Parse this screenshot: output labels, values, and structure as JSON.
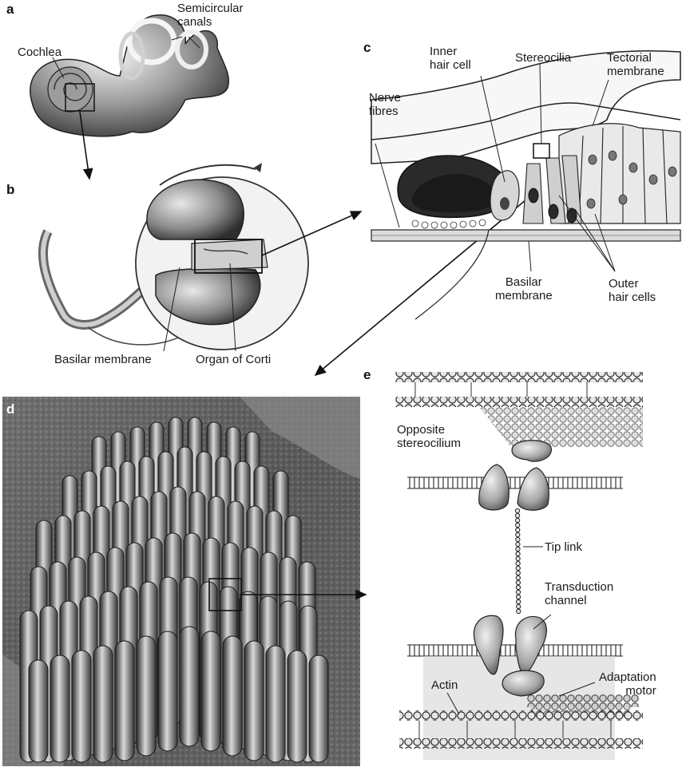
{
  "panels": {
    "a": {
      "letter": "a",
      "labels": {
        "semicircular": "Semicircular\ncanals",
        "cochlea": "Cochlea"
      }
    },
    "b": {
      "letter": "b",
      "labels": {
        "basilar": "Basilar membrane",
        "organ": "Organ of Corti"
      }
    },
    "c": {
      "letter": "c",
      "labels": {
        "inner_hair_cell": "Inner\nhair cell",
        "stereocilia": "Stereocilia",
        "tectorial": "Tectorial\nmembrane",
        "nerve_fibres": "Nerve\nfibres",
        "basilar": "Basilar\nmembrane",
        "outer_hair_cells": "Outer\nhair cells"
      }
    },
    "d": {
      "letter": "d"
    },
    "e": {
      "letter": "e",
      "labels": {
        "opposite": "Opposite\nstereocilium",
        "tip_link": "Tip link",
        "transduction": "Transduction\nchannel",
        "adaptation": "Adaptation\nmotor",
        "actin": "Actin"
      }
    }
  }
}
